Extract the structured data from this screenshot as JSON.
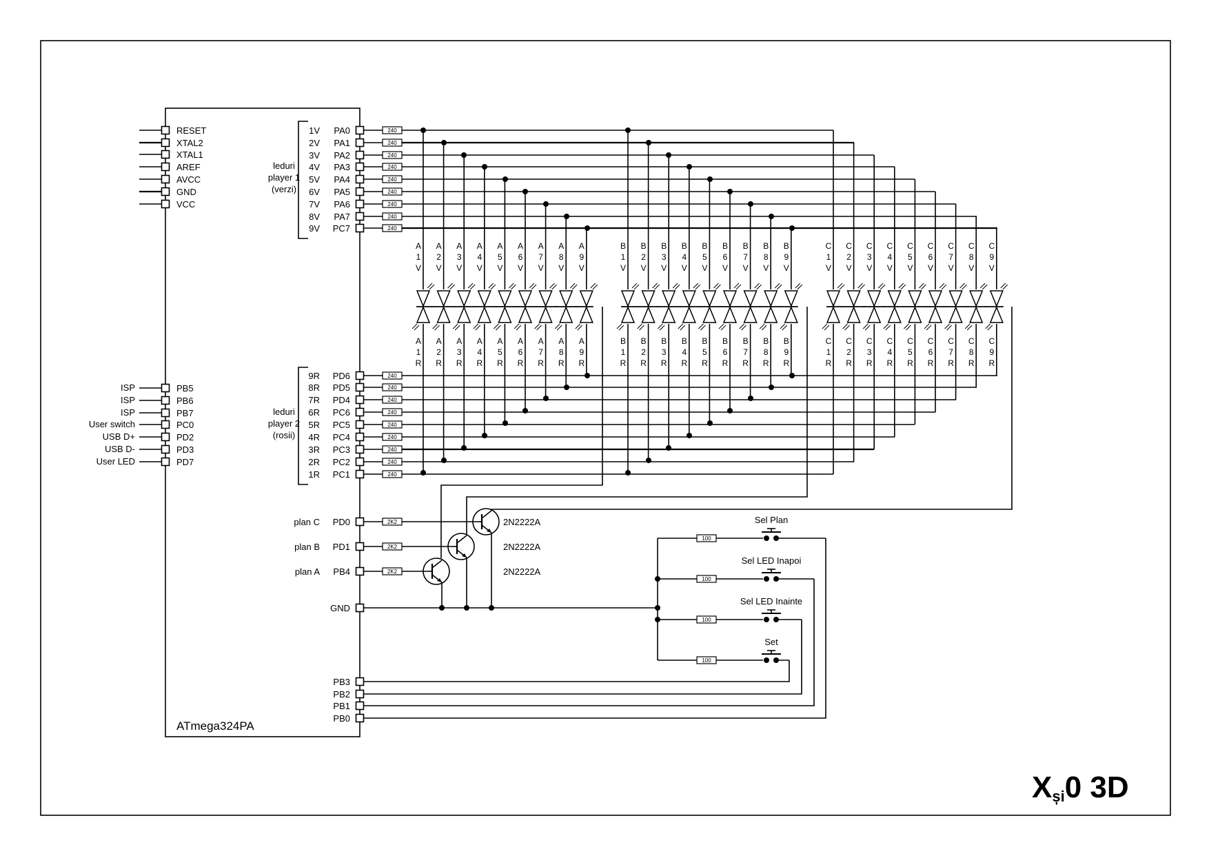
{
  "title": {
    "main": "X",
    "sub": "și",
    "rest": "0 3D"
  },
  "chip": {
    "name": "ATmega324PA"
  },
  "left_pins": [
    {
      "pin": "RESET"
    },
    {
      "pin": "XTAL2"
    },
    {
      "pin": "XTAL1"
    },
    {
      "pin": "AREF"
    },
    {
      "pin": "AVCC"
    },
    {
      "pin": "GND"
    },
    {
      "pin": "VCC"
    }
  ],
  "left_pins2": [
    {
      "pin": "PB5",
      "label": "ISP"
    },
    {
      "pin": "PB6",
      "label": "ISP"
    },
    {
      "pin": "PB7",
      "label": "ISP"
    },
    {
      "pin": "PC0",
      "label": "User switch"
    },
    {
      "pin": "PD2",
      "label": "USB D+"
    },
    {
      "pin": "PD3",
      "label": "USB D-"
    },
    {
      "pin": "PD7",
      "label": "User LED"
    }
  ],
  "group1": {
    "label": [
      "leduri",
      "player 1",
      "(verzi)"
    ],
    "rows": [
      {
        "net": "1V",
        "pin": "PA0"
      },
      {
        "net": "2V",
        "pin": "PA1"
      },
      {
        "net": "3V",
        "pin": "PA2"
      },
      {
        "net": "4V",
        "pin": "PA3"
      },
      {
        "net": "5V",
        "pin": "PA4"
      },
      {
        "net": "6V",
        "pin": "PA5"
      },
      {
        "net": "7V",
        "pin": "PA6"
      },
      {
        "net": "8V",
        "pin": "PA7"
      },
      {
        "net": "9V",
        "pin": "PC7"
      }
    ]
  },
  "group2": {
    "label": [
      "leduri",
      "player 2",
      "(rosii)"
    ],
    "rows": [
      {
        "net": "9R",
        "pin": "PD6"
      },
      {
        "net": "8R",
        "pin": "PD5"
      },
      {
        "net": "7R",
        "pin": "PD4"
      },
      {
        "net": "6R",
        "pin": "PC6"
      },
      {
        "net": "5R",
        "pin": "PC5"
      },
      {
        "net": "4R",
        "pin": "PC4"
      },
      {
        "net": "3R",
        "pin": "PC3"
      },
      {
        "net": "2R",
        "pin": "PC2"
      },
      {
        "net": "1R",
        "pin": "PC1"
      }
    ]
  },
  "resistor_value": "240",
  "planes": [
    {
      "label": "plan C",
      "pin": "PD0",
      "resistor": "2K2",
      "transistor": "2N2222A"
    },
    {
      "label": "plan B",
      "pin": "PD1",
      "resistor": "2K2",
      "transistor": "2N2222A"
    },
    {
      "label": "plan A",
      "pin": "PB4",
      "resistor": "2K2",
      "transistor": "2N2222A"
    }
  ],
  "gnd_pin": "GND",
  "buttons": [
    {
      "label": "Sel Plan",
      "resistor": "100",
      "pin": "PB0"
    },
    {
      "label": "Sel LED Inapoi",
      "resistor": "100",
      "pin": "PB1"
    },
    {
      "label": "Sel LED Inainte",
      "resistor": "100",
      "pin": "PB2"
    },
    {
      "label": "Set",
      "resistor": "100",
      "pin": "PB3"
    }
  ],
  "bottom_pins": [
    "PB3",
    "PB2",
    "PB1",
    "PB0"
  ],
  "led_banks": [
    "A",
    "B",
    "C"
  ],
  "led_top_suffix": "V",
  "led_bottom_suffix": "R"
}
